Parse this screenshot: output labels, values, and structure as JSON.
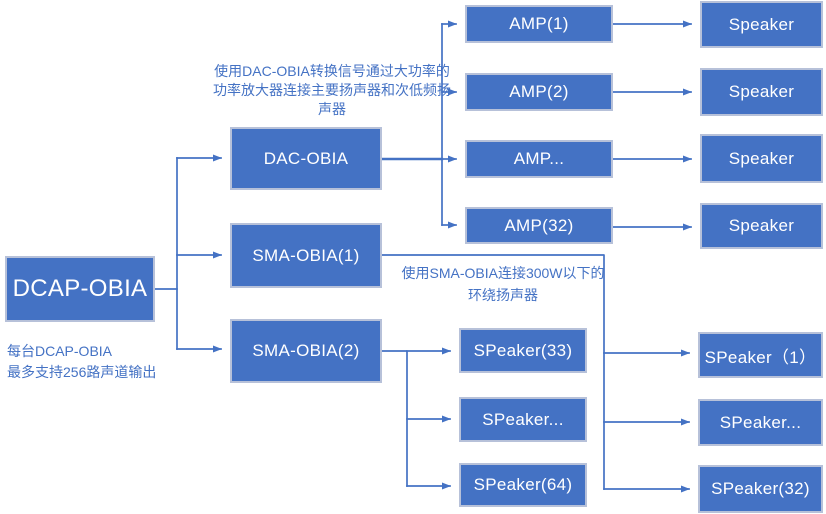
{
  "diagram": {
    "nodes": {
      "dcap": "DCAP-OBIA",
      "dac": "DAC-OBIA",
      "sma1": "SMA-OBIA(1)",
      "sma2": "SMA-OBIA(2)",
      "amp1": "AMP(1)",
      "amp2": "AMP(2)",
      "amp_dots": "AMP...",
      "amp32": "AMP(32)",
      "speaker_top1": "Speaker",
      "speaker_top2": "Speaker",
      "speaker_top3": "Speaker",
      "speaker_top4": "Speaker",
      "sp33": "SPeaker(33)",
      "sp_dots_mid": "SPeaker...",
      "sp64": "SPeaker(64)",
      "sp1": "SPeaker（1）",
      "sp_dots_right": "SPeaker...",
      "sp32": "SPeaker(32)"
    },
    "annotations": {
      "dac_note": "使用DAC-OBIA转换信号通过大功率的功率放大器连接主要扬声器和次低频扬声器",
      "sma_note": "使用SMA-OBIA连接300W以下的环绕扬声器",
      "dcap_note": "每台DCAP-OBIA\n最多支持256路声道输出"
    },
    "colors": {
      "box_fill": "#4472C4",
      "box_border": "#B7C1D9",
      "connector": "#4472C4",
      "note_text": "#4472C4"
    }
  }
}
